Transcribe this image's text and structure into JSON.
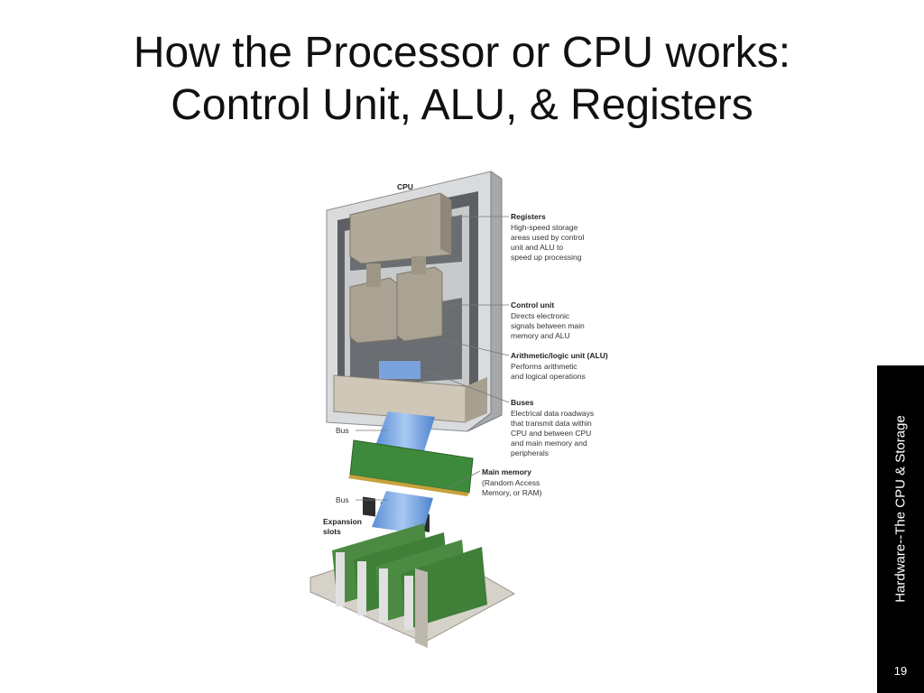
{
  "slide": {
    "title_line1": "How the Processor or CPU works:",
    "title_line2": "Control Unit, ALU, & Registers",
    "side_label": "Hardware--The CPU & Storage",
    "slide_number": "19"
  },
  "diagram": {
    "cpu_label": "CPU",
    "callouts": [
      {
        "title": "Registers",
        "lines": [
          "High-speed storage",
          "areas used by control",
          "unit and ALU to",
          "speed up processing"
        ]
      },
      {
        "title": "Control unit",
        "lines": [
          "Directs electronic",
          "signals between main",
          "memory and ALU"
        ]
      },
      {
        "title": "Arithmetic/logic unit (ALU)",
        "lines": [
          "Performs arithmetic",
          "and logical operations"
        ]
      },
      {
        "title": "Buses",
        "lines": [
          "Electrical data roadways",
          "that transmit data within",
          "CPU and between CPU",
          "and main memory and",
          "peripherals"
        ]
      },
      {
        "title": "Main memory",
        "lines": [
          "(Random Access",
          "Memory, or RAM)"
        ]
      }
    ],
    "bus_label_1": "Bus",
    "bus_label_2": "Bus",
    "expansion_line1": "Expansion",
    "expansion_line2": "slots"
  }
}
